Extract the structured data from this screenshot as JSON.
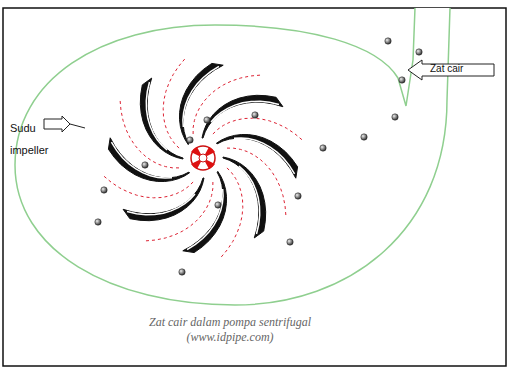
{
  "diagram": {
    "caption": "Zat cair dalam pompa sentrifugal (www.idpipe.com)",
    "labels": [
      "Sudu impeller",
      "Zat cair"
    ]
  }
}
